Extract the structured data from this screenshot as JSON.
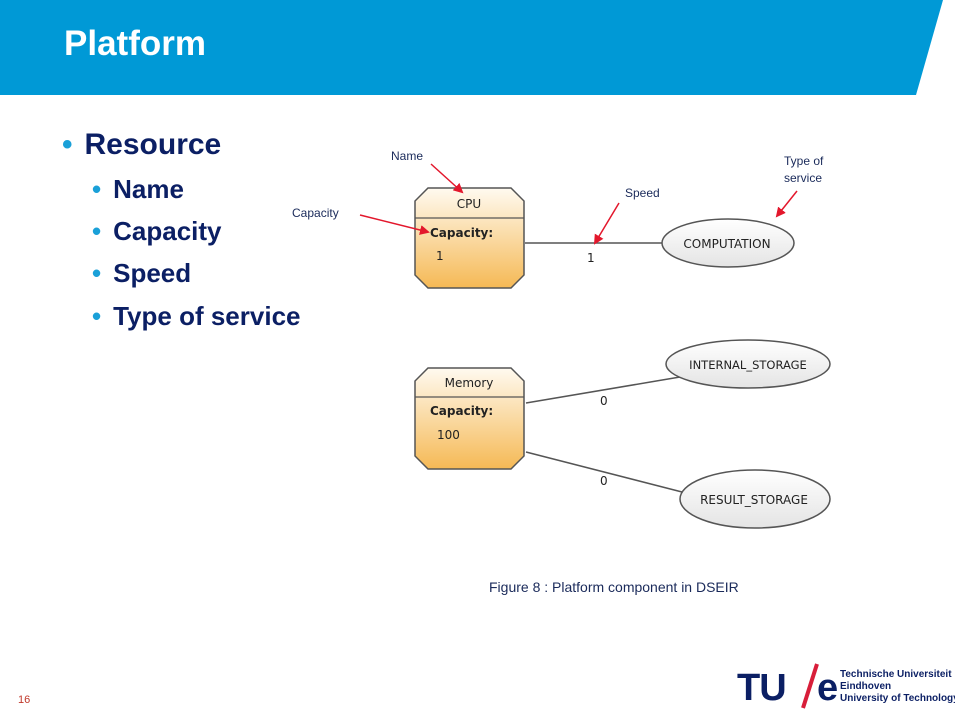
{
  "slide": {
    "title": "Platform",
    "page_number": "16"
  },
  "bullets": {
    "main": "Resource",
    "items": [
      "Name",
      "Capacity",
      "Speed",
      "Type of service"
    ]
  },
  "diagram": {
    "annotations": {
      "name": "Name",
      "capacity": "Capacity",
      "speed": "Speed",
      "type_of_service_line1": "Type of",
      "type_of_service_line2": "service"
    },
    "cpu": {
      "title": "CPU",
      "capacity_label": "Capacity:",
      "capacity_value": "1",
      "speed_value": "1",
      "service": "COMPUTATION"
    },
    "memory": {
      "title": "Memory",
      "capacity_label": "Capacity:",
      "capacity_value": "100",
      "links": [
        {
          "service": "INTERNAL_STORAGE",
          "value": "0"
        },
        {
          "service": "RESULT_STORAGE",
          "value": "0"
        }
      ]
    },
    "caption": "Figure  8 : Platform component in DSEIR"
  },
  "logo": {
    "mark": "TU/e",
    "line1": "Technische Universiteit",
    "line2": "Eindhoven",
    "line3": "University of Technology"
  },
  "colors": {
    "header": "#0099d6",
    "text_dark": "#0b1f64",
    "bullet": "#1aa0d8",
    "annotation_arrow": "#e3172c",
    "component_fill_top": "#fffaf0",
    "component_fill_bottom": "#f5b955"
  }
}
